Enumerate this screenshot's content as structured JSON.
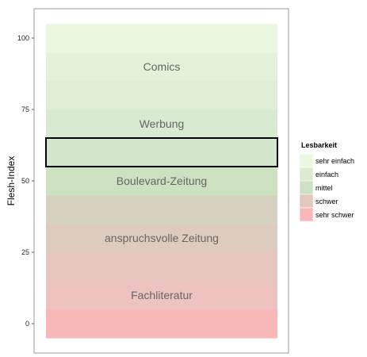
{
  "chart_data": {
    "type": "bar",
    "ylabel": "Flesh-Index",
    "xlabel": "",
    "ylim": [
      -5,
      105
    ],
    "yticks": [
      0,
      25,
      50,
      75,
      100
    ],
    "bands": [
      {
        "from": -5,
        "to": 5,
        "color": "#F8B8B8"
      },
      {
        "from": 5,
        "to": 15,
        "color": "#EEC2BE"
      },
      {
        "from": 15,
        "to": 25,
        "color": "#E6C6BE"
      },
      {
        "from": 25,
        "to": 35,
        "color": "#DDCBBE"
      },
      {
        "from": 35,
        "to": 45,
        "color": "#D7D2C0"
      },
      {
        "from": 45,
        "to": 55,
        "color": "#CCE0C2"
      },
      {
        "from": 55,
        "to": 65,
        "color": "#D3E6CC"
      },
      {
        "from": 65,
        "to": 75,
        "color": "#D8EACF"
      },
      {
        "from": 75,
        "to": 85,
        "color": "#DEEDD3"
      },
      {
        "from": 85,
        "to": 95,
        "color": "#E3F1D8"
      },
      {
        "from": 95,
        "to": 105,
        "color": "#EBF7DE"
      }
    ],
    "band_labels": [
      {
        "text": "Comics",
        "y": 90
      },
      {
        "text": "Werbung",
        "y": 70
      },
      {
        "text": "Boulevard-Zeitung",
        "y": 50
      },
      {
        "text": "anspruchsvolle Zeitung",
        "y": 30
      },
      {
        "text": "Fachliteratur",
        "y": 10
      }
    ],
    "highlight": {
      "from": 55,
      "to": 65
    },
    "legend": {
      "title": "Lesbarkeit",
      "placement": "right",
      "items": [
        {
          "label": "sehr einfach",
          "color": "#EBF7DE"
        },
        {
          "label": "einfach",
          "color": "#DCEBD0"
        },
        {
          "label": "mittel",
          "color": "#CCE0C2"
        },
        {
          "label": "schwer",
          "color": "#E2C8BE"
        },
        {
          "label": "sehr schwer",
          "color": "#F8B8B8"
        }
      ]
    },
    "grid": false
  }
}
